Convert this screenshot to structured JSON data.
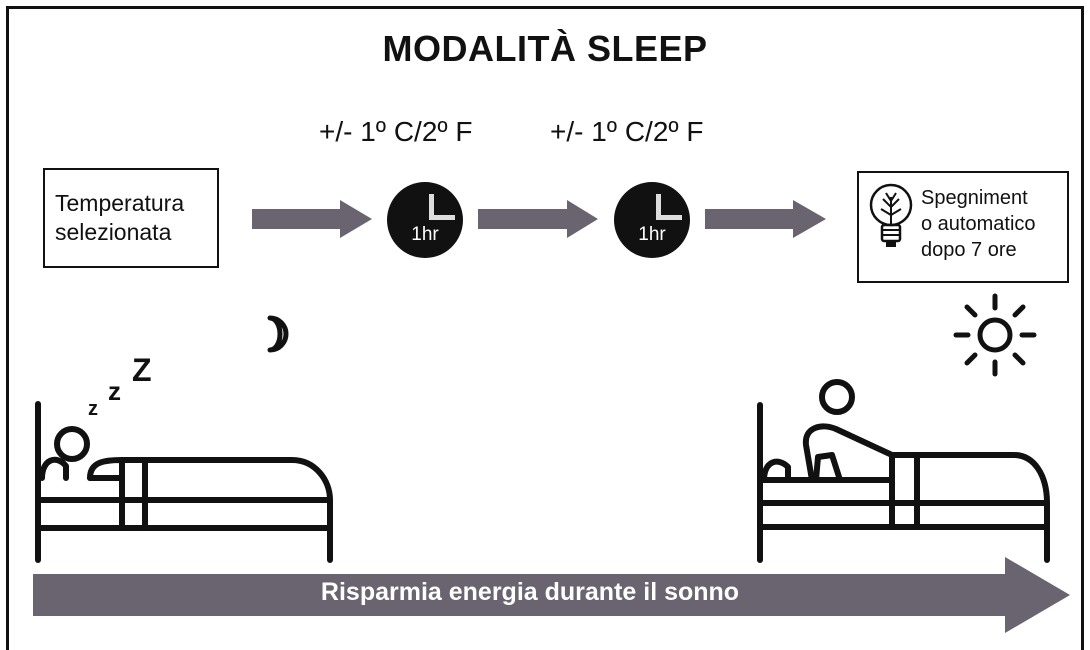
{
  "title": "MODALITÀ SLEEP",
  "step_labels": [
    "+/- 1º C/2º F",
    "+/- 1º C/2º F"
  ],
  "start_box": {
    "lines": [
      "Temperatura",
      "selezionata"
    ]
  },
  "clocks": [
    {
      "label": "1hr"
    },
    {
      "label": "1hr"
    }
  ],
  "end_box": {
    "lines": [
      "Spegniment",
      "o automatico",
      "dopo 7 ore"
    ]
  },
  "banner": {
    "text": "Risparmia energia durante il sonno"
  },
  "sleep_text": {
    "z_small": "z",
    "z_mid": "z",
    "z_big": "Z"
  },
  "icons": [
    "bulb-icon",
    "clock-icon",
    "moon-icon",
    "sun-icon",
    "sleeping-person-icon",
    "waking-person-icon",
    "bed-icon"
  ],
  "colors": {
    "arrow": "#6a6370",
    "clock": "#111111",
    "text": "#111111",
    "background": "#ffffff"
  }
}
